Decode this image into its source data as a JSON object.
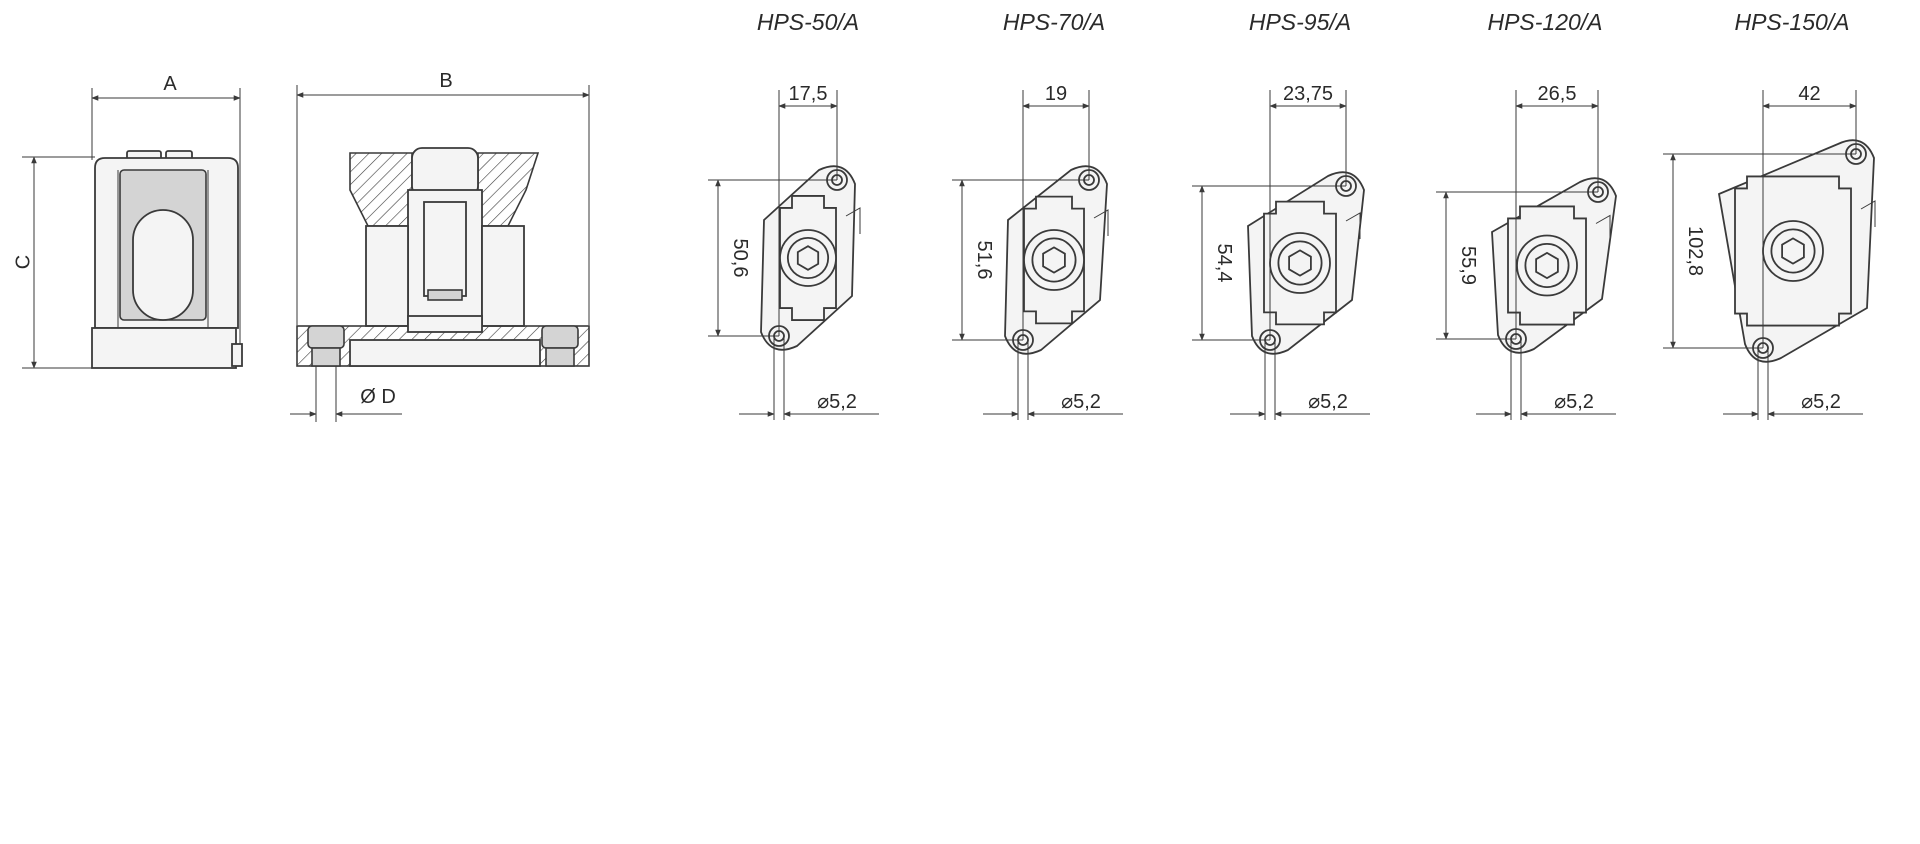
{
  "side_view": {
    "label_a": "A",
    "label_c": "C"
  },
  "section_view": {
    "label_b": "B",
    "label_d": "Ø D"
  },
  "variants": [
    {
      "title": "HPS-50/A",
      "width": "17,5",
      "height": "50,6",
      "hole": "⌀5,2"
    },
    {
      "title": "HPS-70/A",
      "width": "19",
      "height": "51,6",
      "hole": "⌀5,2"
    },
    {
      "title": "HPS-95/A",
      "width": "23,75",
      "height": "54,4",
      "hole": "⌀5,2"
    },
    {
      "title": "HPS-120/A",
      "width": "26,5",
      "height": "55,9",
      "hole": "⌀5,2"
    },
    {
      "title": "HPS-150/A",
      "width": "42",
      "height": "102,8",
      "hole": "⌀5,2"
    }
  ]
}
